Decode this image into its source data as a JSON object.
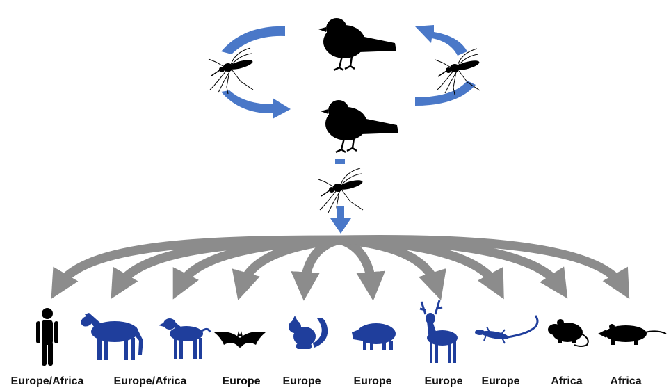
{
  "colors": {
    "cycle_arrow": "#4a78c8",
    "spillover_arrow": "#8c8c8c",
    "reservoir_silhouette": "#000000",
    "spillover_host_blue": "#1f3e9c",
    "spillover_host_black": "#000000"
  },
  "cycle": {
    "hosts": [
      "bird-icon",
      "bird-icon"
    ],
    "vectors": [
      "mosquito-icon",
      "mosquito-icon"
    ],
    "bridge_vector": "mosquito-icon"
  },
  "spillover_hosts": [
    {
      "icon": "human-icon",
      "color": "black",
      "region": "Europe/Africa"
    },
    {
      "icon": "horse-icon",
      "color": "blue",
      "region": "Europe/Africa"
    },
    {
      "icon": "dog-icon",
      "color": "blue",
      "region": ""
    },
    {
      "icon": "bat-icon",
      "color": "black",
      "region": "Europe"
    },
    {
      "icon": "squirrel-icon",
      "color": "blue",
      "region": "Europe"
    },
    {
      "icon": "boar-icon",
      "color": "blue",
      "region": "Europe"
    },
    {
      "icon": "deer-icon",
      "color": "blue",
      "region": "Europe"
    },
    {
      "icon": "lizard-icon",
      "color": "blue",
      "region": "Europe"
    },
    {
      "icon": "rat-icon",
      "color": "black",
      "region": "Africa"
    },
    {
      "icon": "shrew-icon",
      "color": "black",
      "region": "Africa"
    }
  ]
}
